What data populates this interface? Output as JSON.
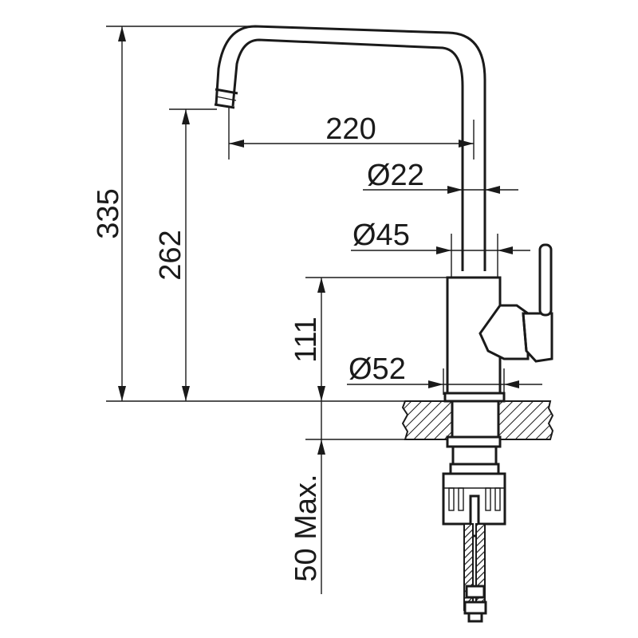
{
  "dimensions": {
    "height_total": "335",
    "spout_height": "262",
    "body_height": "111",
    "max_thickness": "50 Max.",
    "reach": "220",
    "spout_diameter": "Ø22",
    "body_diameter": "Ø45",
    "base_diameter": "Ø52"
  }
}
